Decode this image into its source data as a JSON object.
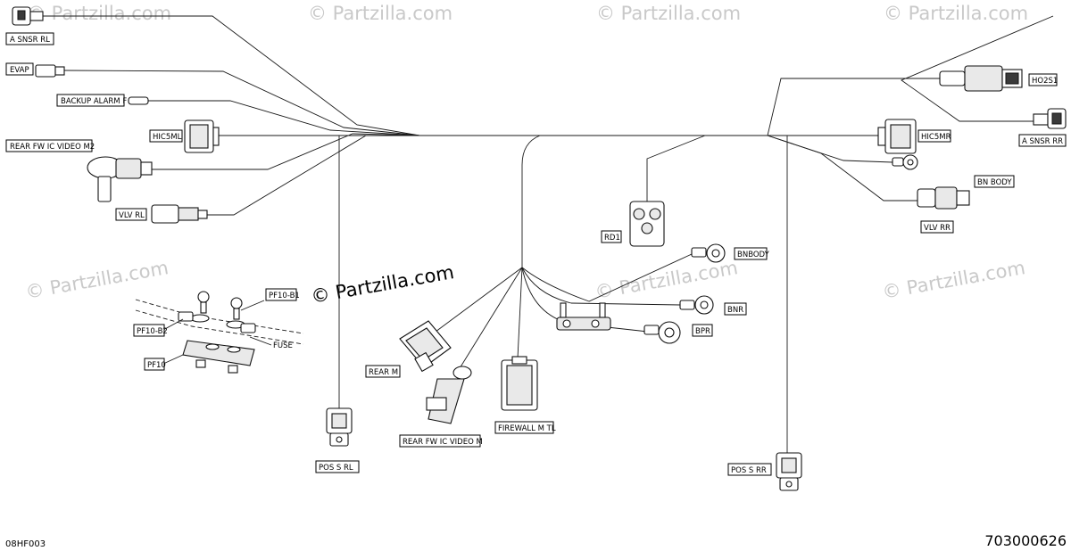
{
  "diagram": {
    "watermark": "© Partzilla.com",
    "code_left": "08HF003",
    "code_right": "703000626",
    "labels": {
      "a_snsr_rl": "A SNSR RL",
      "evap": "EVAP",
      "backup_alarm": "BACKUP ALARM F",
      "hic5ml": "HIC5ML",
      "rear_fw_video_m2": "REAR FW IC VIDEO M2",
      "vlv_rl": "VLV RL",
      "pf10_b1": "PF10-B1",
      "pf10_b2": "PF10-B2",
      "fuse": "FUSE",
      "pf10": "PF10",
      "pos_s_rl": "POS S RL",
      "rear_m": "REAR M",
      "rear_fw_video_m": "REAR FW IC VIDEO M",
      "firewall_m_tl": "FIREWALL M TL",
      "rd1": "RD1",
      "bnbody": "BNBODY",
      "bnr": "BNR",
      "bpr": "BPR",
      "pos_s_rr": "POS S RR",
      "ho2s1": "HO2S1",
      "a_snsr_rr": "A SNSR RR",
      "hic5mr": "HIC5MR",
      "bn_body": "BN BODY",
      "vlv_rr": "VLV RR"
    }
  }
}
